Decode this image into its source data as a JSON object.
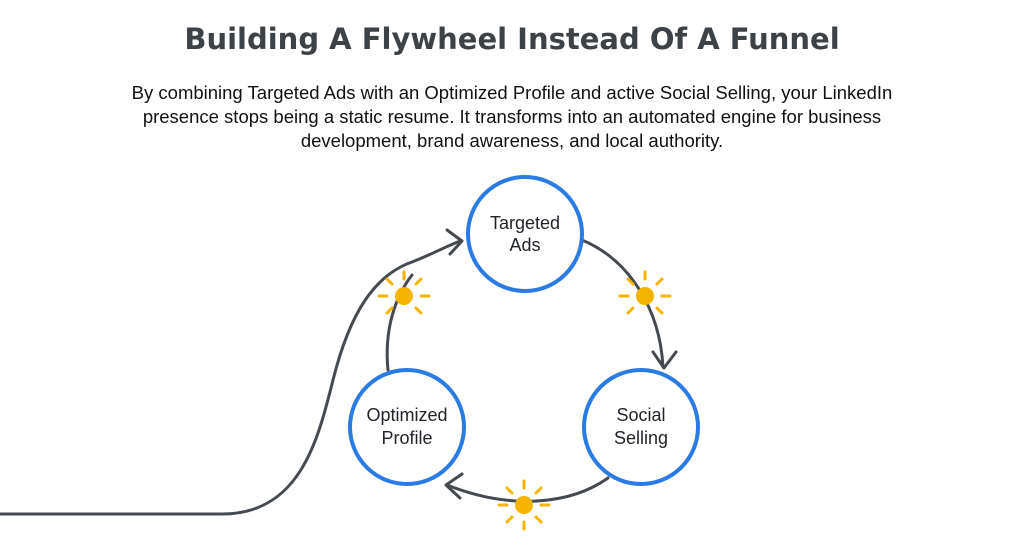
{
  "title": "Building A Flywheel Instead Of A Funnel",
  "description": "By combining Targeted Ads with an Optimized Profile and active Social Selling, your LinkedIn presence stops being a static resume. It transforms into an automated engine for business development, brand awareness, and local authority.",
  "nodes": {
    "targeted_ads": {
      "line1": "Targeted",
      "line2": "Ads"
    },
    "social_selling": {
      "line1": "Social",
      "line2": "Selling"
    },
    "optimized_profile": {
      "line1": "Optimized",
      "line2": "Profile"
    }
  },
  "colors": {
    "node_border": "#2b7be4",
    "connector": "#444a50",
    "spark": "#f4b400",
    "title": "#3d4247"
  },
  "icons": {
    "spark": "spark-icon",
    "arrow": "arrowhead-icon"
  }
}
